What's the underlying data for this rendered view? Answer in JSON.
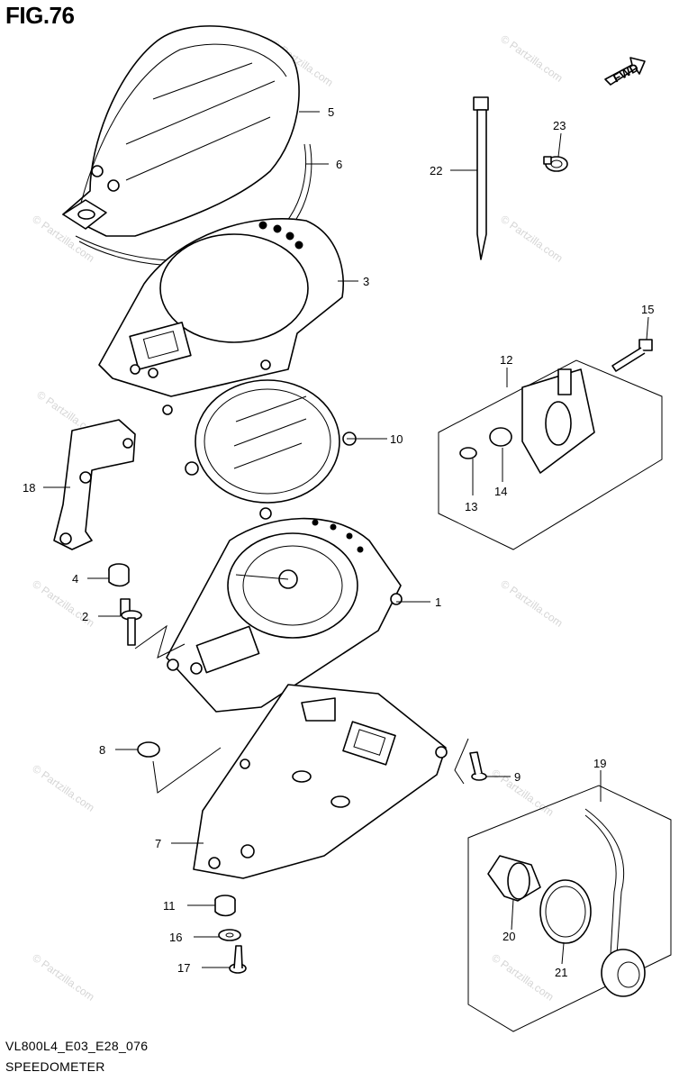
{
  "figure": {
    "title": "FIG.76"
  },
  "diagram": {
    "watermark": "© Partzilla.com",
    "fwd_label": "FWD"
  },
  "callouts": {
    "c1": "1",
    "c2": "2",
    "c3": "3",
    "c4": "4",
    "c5": "5",
    "c6": "6",
    "c7": "7",
    "c8": "8",
    "c9": "9",
    "c10": "10",
    "c11": "11",
    "c12": "12",
    "c13": "13",
    "c14": "14",
    "c15": "15",
    "c16": "16",
    "c17": "17",
    "c18": "18",
    "c19": "19",
    "c20": "20",
    "c21": "21",
    "c22": "22",
    "c23": "23"
  },
  "footer": {
    "code": "VL800L4_E03_E28_076",
    "subtitle": "SPEEDOMETER"
  }
}
